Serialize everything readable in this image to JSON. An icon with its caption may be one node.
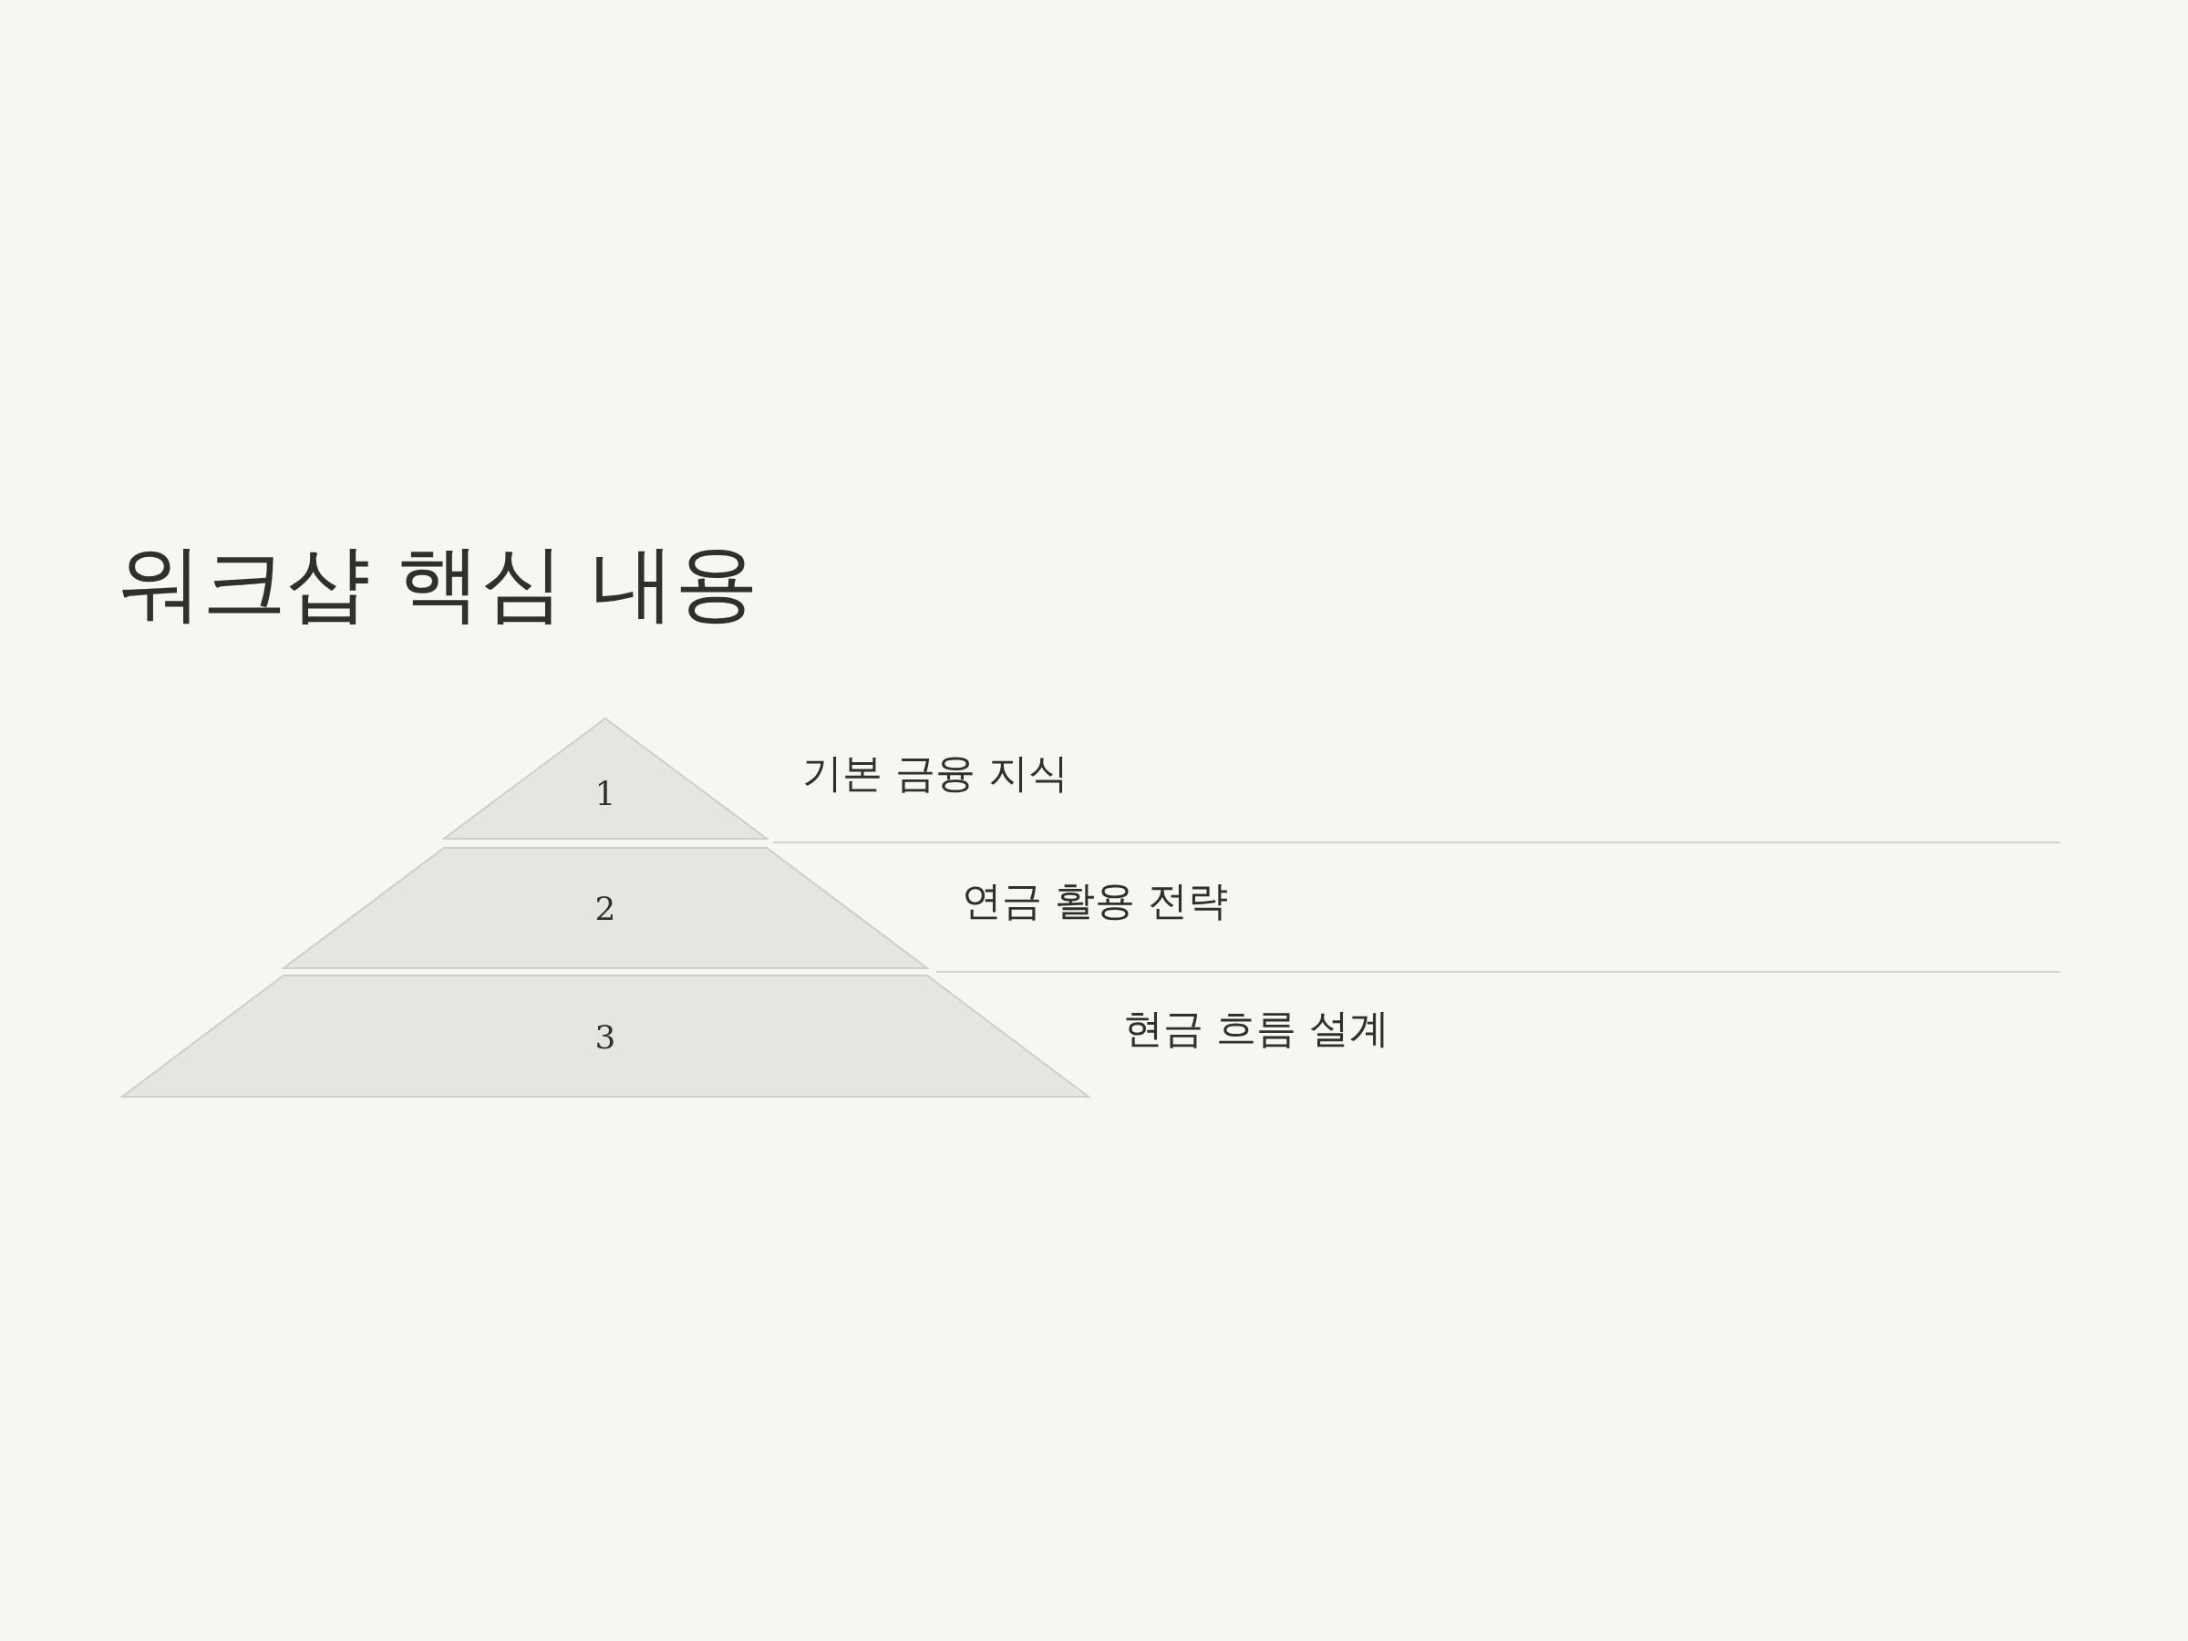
{
  "diagram": {
    "title": "워크샵 핵심 내용",
    "nodes": [
      {
        "text": [
          "1"
        ],
        "beside": [
          "기본 금융 지식"
        ]
      },
      {
        "text": [
          "2"
        ],
        "beside": [
          "연금 활용 전략"
        ]
      },
      {
        "text": [
          "3"
        ],
        "beside": [
          "현금 흐름 설계"
        ]
      }
    ]
  }
}
